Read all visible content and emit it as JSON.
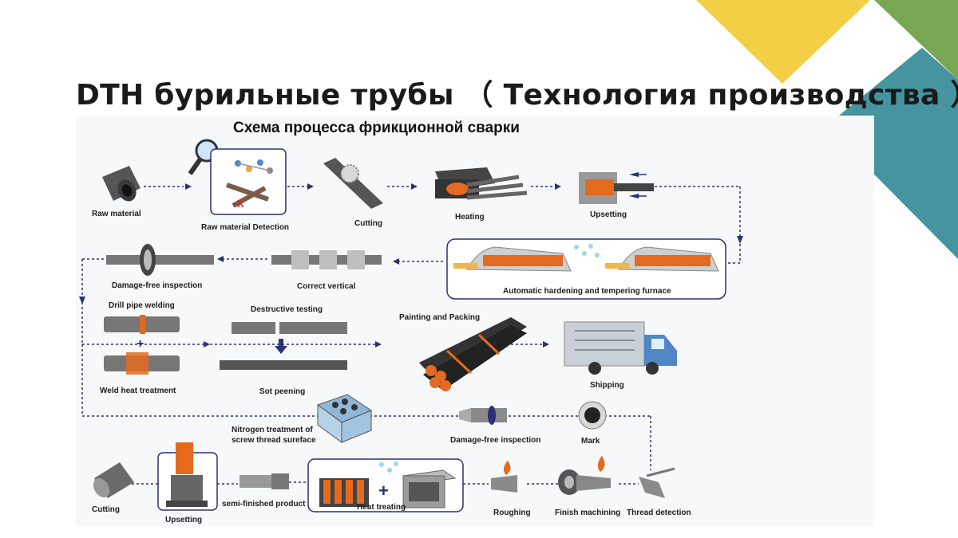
{
  "slide": {
    "title": "DTH бурильные трубы （ Технология производства ）",
    "diagram_title": "Схема процесса фрикционной сварки"
  },
  "colors": {
    "yellow": "#f3cf45",
    "green": "#78a753",
    "teal": "#4594a0",
    "flow_line": "#2b3173",
    "heat": "#e36a1f",
    "truck": "#4f86c6"
  },
  "steps": {
    "raw_material": "Raw material",
    "raw_material_detection": "Raw material Detection",
    "cutting": "Cutting",
    "heating": "Heating",
    "upsetting": "Upsetting",
    "hardening_furnace": "Automatic hardening and tempering furnace",
    "correct_vertical": "Correct vertical",
    "damage_free_inspection_1": "Damage-free inspection",
    "drill_pipe_welding": "Drill pipe welding",
    "weld_heat_treatment": "Weld heat treatment",
    "destructive_testing": "Destructive testing",
    "sot_peening": "Sot peening",
    "painting_packing": "Painting and Packing",
    "shipping": "Shipping",
    "nitrogen_line1": "Nitrogen treatment of",
    "nitrogen_line2": "screw thread sureface",
    "damage_free_inspection_2": "Damage-free inspection",
    "mark": "Mark",
    "cutting_2": "Cutting",
    "upsetting_2": "Upsetting",
    "semi_finished": "semi-finished product",
    "heat_treating": "Heat treating",
    "roughing": "Roughing",
    "finish_machining": "Finish machining",
    "thread_detection": "Thread detection"
  }
}
